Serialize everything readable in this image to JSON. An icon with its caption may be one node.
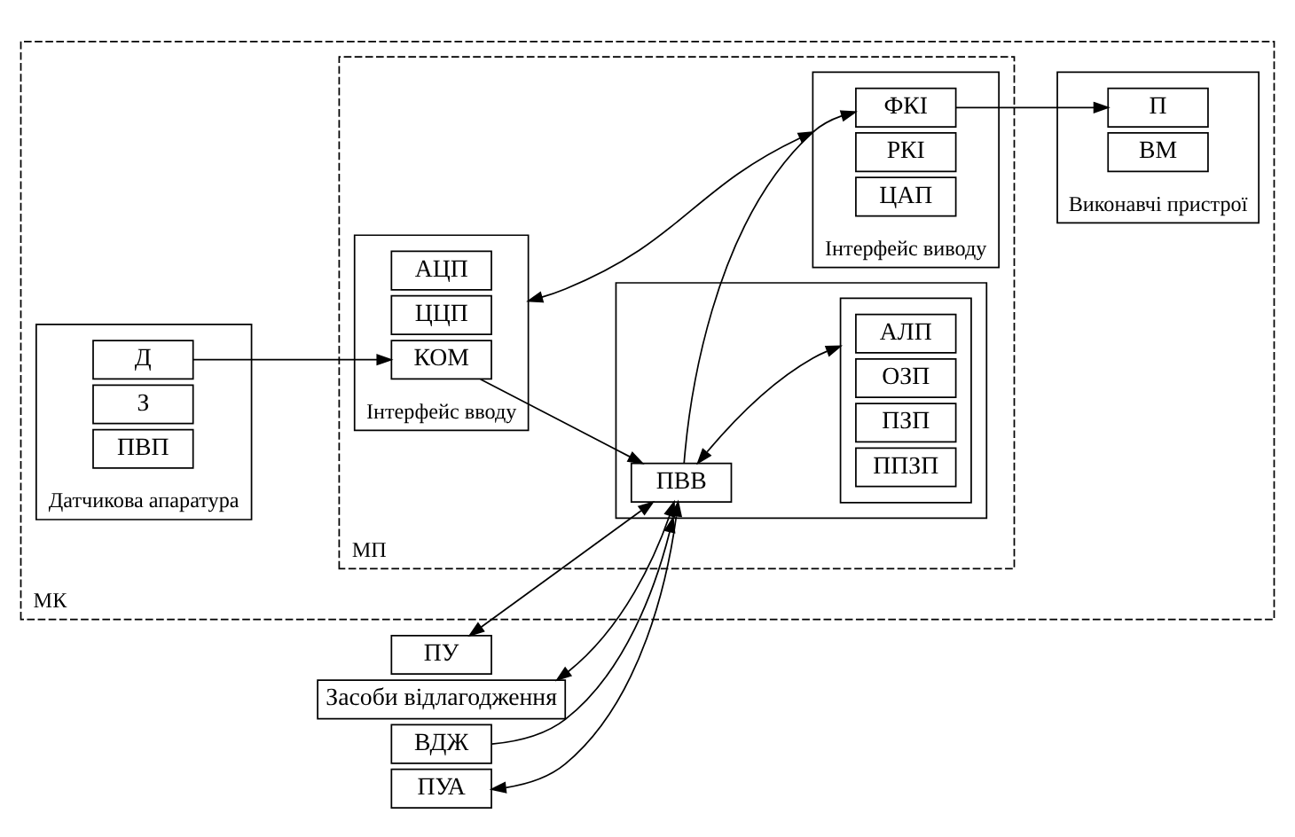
{
  "diagram": {
    "nodes": [
      {
        "text": [
          "МК"
        ]
      },
      {
        "text": [
          "Датчикова апаратура"
        ],
        "in": 0
      },
      {
        "text": [
          "Д"
        ],
        "in": 1
      },
      {
        "text": [
          "З"
        ],
        "in": 1
      },
      {
        "text": [
          "ПВП"
        ],
        "in": 1
      },
      {
        "text": [
          "МП"
        ],
        "in": 0
      },
      {
        "text": [
          "Інтерфейс вводу"
        ],
        "in": 5
      },
      {
        "text": [
          "КОМ"
        ],
        "in": 6
      },
      {
        "text": [
          "АЦП"
        ],
        "in": 6
      },
      {
        "text": [
          "ЦЦП"
        ],
        "in": 6
      },
      {
        "text": [],
        "shape": "box",
        "in": 5
      },
      {
        "text": [
          "ПВВ"
        ],
        "in": 10
      },
      {
        "text": [],
        "shape": "box",
        "in": 10
      },
      {
        "text": [
          "АЛП"
        ],
        "in": 12
      },
      {
        "text": [
          "ОЗП"
        ],
        "in": 12
      },
      {
        "text": [
          "ПЗП"
        ],
        "in": 12
      },
      {
        "text": [
          "ППЗП"
        ],
        "in": 12
      },
      {
        "text": [
          "Інтерфейс виводу"
        ],
        "in": 5
      },
      {
        "text": [
          "ФКІ"
        ],
        "in": 17
      },
      {
        "text": [
          "РКІ"
        ],
        "in": 17
      },
      {
        "text": [
          "ЦАП"
        ],
        "in": 17
      },
      {
        "text": [
          "Виконавчі пристрої"
        ],
        "in": 0
      },
      {
        "text": [
          "П"
        ],
        "in": 21
      },
      {
        "text": [
          "ВМ"
        ],
        "in": 21
      },
      {
        "text": [
          "ПУА"
        ]
      },
      {
        "text": [
          "ПУ"
        ]
      },
      {
        "text": [
          "Засоби відлагодження"
        ]
      },
      {
        "text": [
          "ВДЖ"
        ]
      }
    ],
    "edges": [
      {
        "from": 2,
        "to": 7,
        "arrow": "to"
      },
      {
        "from": 7,
        "to": 11,
        "arrow": "to"
      },
      {
        "from": 11,
        "to": 18,
        "arrow": "to"
      },
      {
        "from": 18,
        "to": 22,
        "arrow": "to"
      },
      {
        "from": 24,
        "to": 11,
        "arrow": "both"
      },
      {
        "from": 25,
        "to": 11,
        "arrow": "both"
      },
      {
        "from": 11,
        "to": 12,
        "arrow": "both"
      },
      {
        "from": 27,
        "to": 10,
        "arrow": "to"
      },
      {
        "from": 6,
        "to": 17,
        "arrow": "both"
      },
      {
        "from": 26,
        "to": 11,
        "arrow": "both"
      }
    ]
  }
}
